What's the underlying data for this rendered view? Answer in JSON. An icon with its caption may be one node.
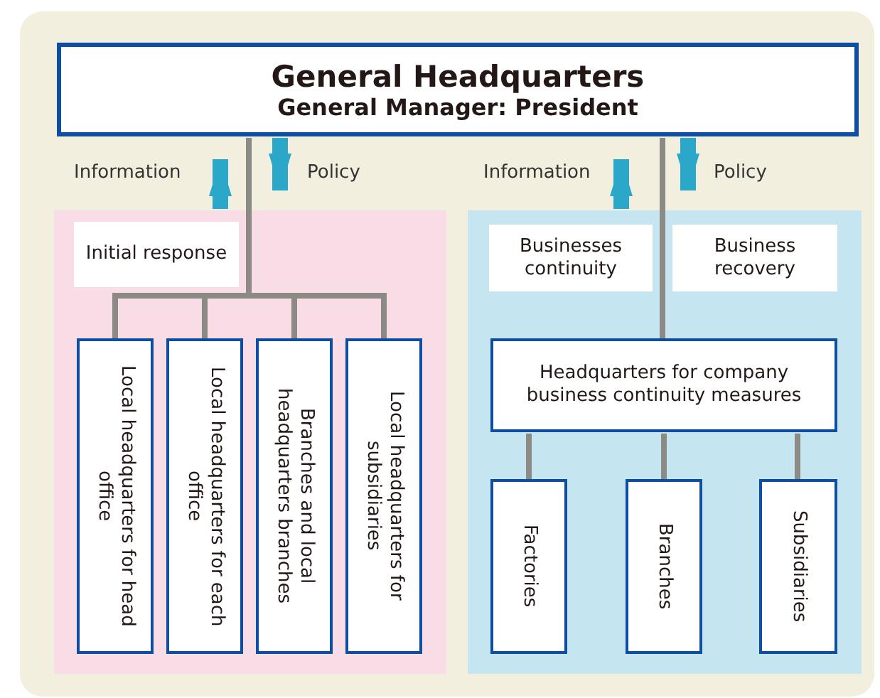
{
  "diagram": {
    "nodes": [
      {
        "text": [
          "General Headquarters",
          "General Manager: President"
        ]
      },
      {
        "text": [],
        "shape": "box"
      },
      {
        "text": [
          "Initial response"
        ],
        "in": 1
      },
      {
        "text": [
          "Local headquarters for head office"
        ],
        "in": 1
      },
      {
        "text": [
          "Local headquarters for each office"
        ],
        "in": 1
      },
      {
        "text": [
          "Branches and local headquarters branches"
        ],
        "in": 1
      },
      {
        "text": [
          "Local headquarters for subsidiaries"
        ],
        "in": 1
      },
      {
        "text": [],
        "shape": "box"
      },
      {
        "text": [
          "Businesses continuity"
        ],
        "in": 7
      },
      {
        "text": [
          "Business recovery"
        ],
        "in": 7
      },
      {
        "text": [
          "Headquarters for company business continuity measures"
        ],
        "in": 7
      },
      {
        "text": [
          "Factories"
        ],
        "in": 7
      },
      {
        "text": [
          "Branches"
        ],
        "in": 7
      },
      {
        "text": [
          "Subsidiaries"
        ],
        "in": 7
      }
    ],
    "edges": [
      {
        "from": 1,
        "to": 0,
        "arrow": "to",
        "label": "Information",
        "style": "thick",
        "color": "#2aa7c9"
      },
      {
        "from": 0,
        "to": 1,
        "arrow": "to",
        "label": "Policy",
        "style": "thick",
        "color": "#2aa7c9"
      },
      {
        "from": 0,
        "to": 3,
        "arrow": "none"
      },
      {
        "from": 0,
        "to": 4,
        "arrow": "none"
      },
      {
        "from": 0,
        "to": 5,
        "arrow": "none"
      },
      {
        "from": 0,
        "to": 6,
        "arrow": "none"
      },
      {
        "from": 7,
        "to": 0,
        "arrow": "to",
        "label": "Information",
        "style": "thick",
        "color": "#2aa7c9"
      },
      {
        "from": 0,
        "to": 7,
        "arrow": "to",
        "label": "Policy",
        "style": "thick",
        "color": "#2aa7c9"
      },
      {
        "from": 0,
        "to": 10,
        "arrow": "none"
      },
      {
        "from": 10,
        "to": 11,
        "arrow": "none"
      },
      {
        "from": 10,
        "to": 12,
        "arrow": "none"
      },
      {
        "from": 10,
        "to": 13,
        "arrow": "none"
      }
    ]
  }
}
